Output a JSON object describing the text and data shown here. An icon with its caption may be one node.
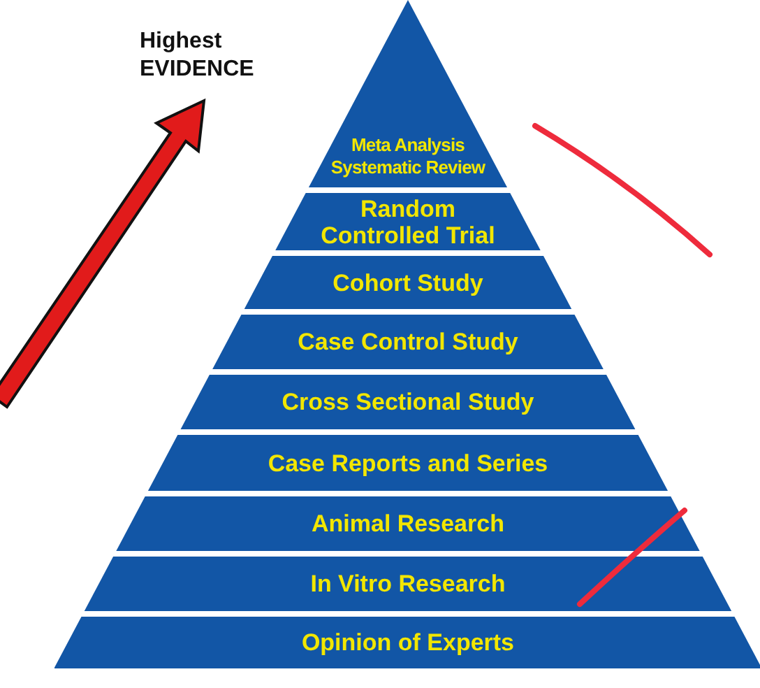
{
  "diagram": {
    "nodes": [
      {
        "text": [
          "Meta Analysis Systematic Review"
        ]
      },
      {
        "text": [
          "Random Controlled Trial"
        ]
      },
      {
        "text": [
          "Cohort Study"
        ]
      },
      {
        "text": [
          "Case Control Study"
        ]
      },
      {
        "text": [
          "Cross Sectional Study"
        ]
      },
      {
        "text": [
          "Case Reports and Series"
        ]
      },
      {
        "text": [
          "Animal Research"
        ]
      },
      {
        "text": [
          "In Vitro Research"
        ]
      },
      {
        "text": [
          "Opinion of Experts"
        ]
      }
    ],
    "edges": [],
    "labels": [
      "Highest EVIDENCE"
    ]
  }
}
